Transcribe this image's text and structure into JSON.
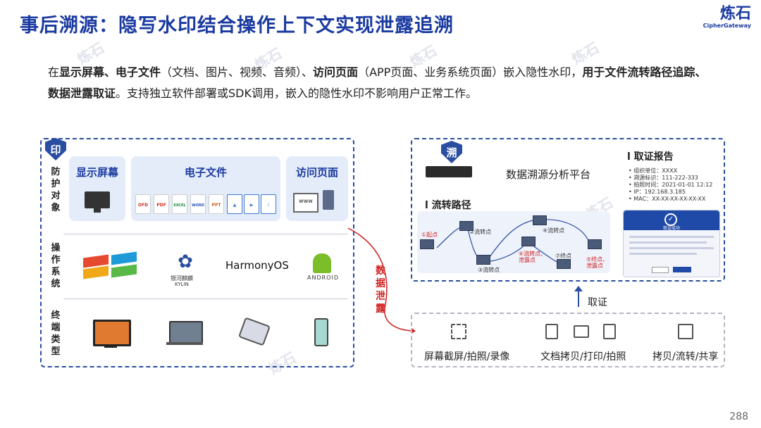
{
  "header": {
    "title": "事后溯源：隐写水印结合操作上下文实现泄露追溯",
    "logo_cn": "炼石",
    "logo_en": "CipherGateway"
  },
  "intro": {
    "p1": "在",
    "b1": "显示屏幕、电子文件",
    "p2": "（文档、图片、视频、音频）、",
    "b2": "访问页面",
    "p3": "（APP页面、业务系统页面）嵌入隐性水印，",
    "b3": "用于文件流转路径追踪、数据泄露取证",
    "p4": "。支持独立软件部署或SDK调用，嵌入的隐性水印不影响用户正常工作。"
  },
  "left_panel": {
    "badge": "印",
    "row_protect": [
      "防",
      "护",
      "对",
      "象"
    ],
    "row_os": [
      "操",
      "作",
      "系",
      "统"
    ],
    "row_terminal": [
      "终",
      "端",
      "类",
      "型"
    ],
    "card_screen": "显示屏幕",
    "card_file": "电子文件",
    "card_page": "访问页面",
    "file_icons": [
      "OFD",
      "PDF",
      "EXCEL",
      "WORD",
      "PPT"
    ],
    "os": {
      "harmony": "HarmonyOS",
      "kylin": "银河麒麟",
      "kylin_en": "KYLIN",
      "android": "ANDROID"
    },
    "colors": {
      "border": "#2a4ea0",
      "card": "#e4ecf9"
    }
  },
  "leak": {
    "label": [
      "数",
      "据",
      "泄",
      "露"
    ],
    "color": "#d02020"
  },
  "right_panel": {
    "badge": "溯",
    "platform": "数据溯源分析平台",
    "flow_title": "l  流转路径",
    "nodes": {
      "start": "①起点",
      "n2": "②流转点",
      "n3": "③流转点",
      "n4": "④流转点",
      "n6": "⑥流转点、泄露点",
      "n7": "⑦终点",
      "n5": "⑤终点、泄露点"
    },
    "report_title": "l   取证报告",
    "report_items": [
      "组织单位：XXXX",
      "溯源标识：111-222-333",
      "拍照时间：2021-01-01 12:12",
      "IP：192.168.3.185",
      "MAC：XX-XX-XX-XX-XX-XX"
    ],
    "phone_success": "取证成功"
  },
  "evidence_label": "取证",
  "bottom_actions": [
    "屏幕截屏/拍照/录像",
    "文档拷贝/打印/拍照",
    "拷贝/流转/共享"
  ],
  "watermark": "炼石",
  "page_number": "288"
}
